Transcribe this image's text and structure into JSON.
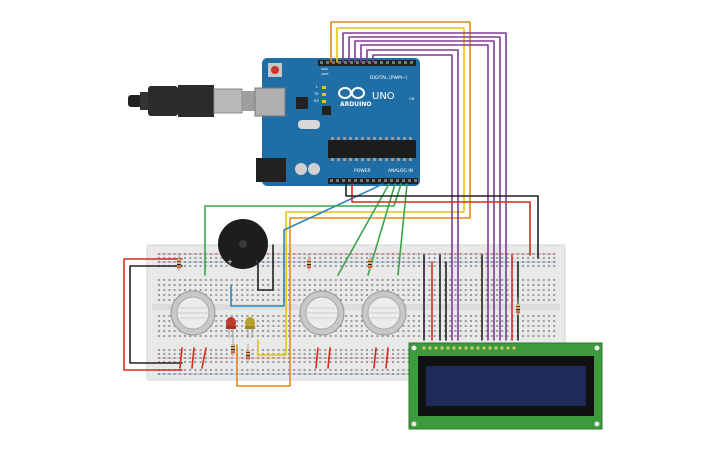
{
  "arduino": {
    "logo_text": "ARDUINO",
    "model": "UNO",
    "digital_label": "DIGITAL (PWM~)",
    "power_label": "POWER",
    "analog_label": "ANALOG IN",
    "tx_label": "TX",
    "rx_label": "RX",
    "l_label": "L",
    "on_label": "ON",
    "aref_label": "AREF",
    "gnd_label": "GND"
  },
  "components": {
    "usb_cable": "usb-cable",
    "buzzer": "piezo-buzzer",
    "gas_sensors": 3,
    "leds": [
      "red",
      "yellow"
    ],
    "lcd": "lcd-16x2"
  },
  "colors": {
    "board": "#1f6ea6",
    "lcd_pcb": "#3d9b3d",
    "lcd_screen": "#1d2a5a",
    "wire_purple": "#7d3c98",
    "wire_orange": "#e08a1e",
    "wire_yellow": "#e8c21a",
    "wire_green": "#3aa64a",
    "wire_blue": "#2e86c1",
    "wire_red": "#d62b1f",
    "wire_black": "#222222"
  }
}
